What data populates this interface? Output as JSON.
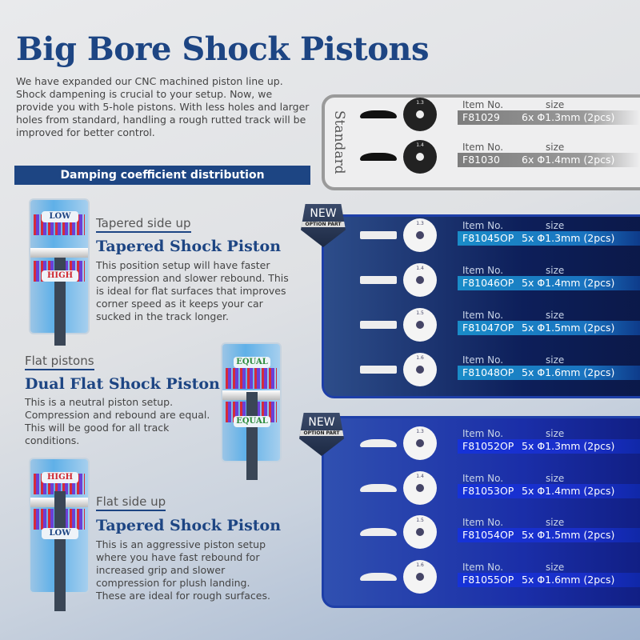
{
  "title": "Big Bore Shock Pistons",
  "intro": "We have expanded our CNC machined piston line up. Shock dampening is crucial to your setup. Now, we provide you with 5-hole pistons.  With less holes and larger holes from standard, handling a rough rutted track will be improved for better control.",
  "damping_heading": "Damping coefficient distribution",
  "setups": [
    {
      "sub": "Tapered side up",
      "heading": "Tapered Shock Piston",
      "text": "This position setup will have faster compression and slower rebound. This is ideal for flat surfaces that improves corner speed as it keeps your car sucked in the track longer.",
      "labels": [
        "LOW",
        "HIGH"
      ]
    },
    {
      "sub": "Flat pistons",
      "heading": "Dual Flat Shock Piston",
      "text": "This is a neutral piston setup. Compression and rebound are equal. This will be good for all track conditions.",
      "labels": [
        "EQUAL",
        "EQUAL"
      ]
    },
    {
      "sub": "Flat side up",
      "heading": "Tapered Shock Piston",
      "text": "This is an aggressive piston setup where you have fast rebound for increased grip and slower compression for plush landing. These are ideal for rough surfaces.",
      "labels": [
        "HIGH",
        "LOW"
      ]
    }
  ],
  "label_colors": {
    "LOW": "#1d4583",
    "HIGH": "#d0262f",
    "EQUAL": "#2a8a3a"
  },
  "standard": {
    "label": "Standard",
    "items": [
      {
        "hole": "1.3",
        "item_header": "Item No.",
        "size_header": "size",
        "item": "F81029",
        "size": "6x Φ1.3mm (2pcs)"
      },
      {
        "hole": "1.4",
        "item_header": "Item No.",
        "size_header": "size",
        "item": "F81030",
        "size": "6x Φ1.4mm (2pcs)"
      }
    ]
  },
  "badge": {
    "text": "NEW",
    "ribbon": "OPTION PART"
  },
  "option_flat": [
    {
      "hole": "1.3",
      "item_header": "Item No.",
      "size_header": "size",
      "item": "F81045OP",
      "size": "5x Φ1.3mm (2pcs)"
    },
    {
      "hole": "1.4",
      "item_header": "Item No.",
      "size_header": "size",
      "item": "F81046OP",
      "size": "5x Φ1.4mm (2pcs)"
    },
    {
      "hole": "1.5",
      "item_header": "Item No.",
      "size_header": "size",
      "item": "F81047OP",
      "size": "5x Φ1.5mm (2pcs)"
    },
    {
      "hole": "1.6",
      "item_header": "Item No.",
      "size_header": "size",
      "item": "F81048OP",
      "size": "5x Φ1.6mm (2pcs)"
    }
  ],
  "option_tapered": [
    {
      "hole": "1.3",
      "item_header": "Item No.",
      "size_header": "size",
      "item": "F81052OP",
      "size": "5x Φ1.3mm (2pcs)"
    },
    {
      "hole": "1.4",
      "item_header": "Item No.",
      "size_header": "size",
      "item": "F81053OP",
      "size": "5x Φ1.4mm (2pcs)"
    },
    {
      "hole": "1.5",
      "item_header": "Item No.",
      "size_header": "size",
      "item": "F81054OP",
      "size": "5x Φ1.5mm (2pcs)"
    },
    {
      "hole": "1.6",
      "item_header": "Item No.",
      "size_header": "size",
      "item": "F81055OP",
      "size": "5x Φ1.6mm (2pcs)"
    }
  ]
}
